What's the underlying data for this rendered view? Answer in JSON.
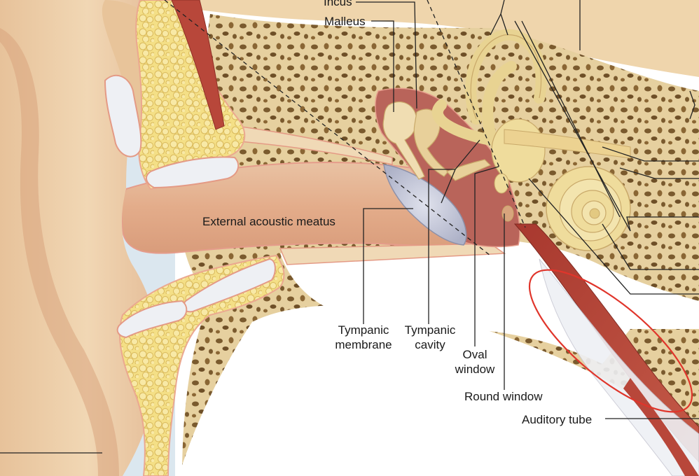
{
  "diagram": {
    "labels": {
      "incus": "Incus",
      "malleus": "Malleus",
      "external_acoustic_meatus": "External acoustic meatus",
      "tympanic_membrane": "Tympanic\nmembrane",
      "tympanic_cavity": "Tympanic\ncavity",
      "oval_window": "Oval\nwindow",
      "round_window": "Round window",
      "auditory_tube": "Auditory tube"
    },
    "highlight": {
      "target": "Auditory tube",
      "shape": "ellipse",
      "color": "#e0352b"
    },
    "colors": {
      "skin": "#efd3ae",
      "skin_shadow": "#d9a97f",
      "cartilage_fat": "#f4e08a",
      "bone": "#e8d4a6",
      "bone_pore": "#7a5a2e",
      "muscle": "#b8473a",
      "canal": "#e6b48f",
      "cavity": "#b5655a",
      "inner_ear": "#efdc9c",
      "eardrum": "#c3c6d8",
      "background_left": "#dbe7ef",
      "leader": "#222222"
    }
  }
}
